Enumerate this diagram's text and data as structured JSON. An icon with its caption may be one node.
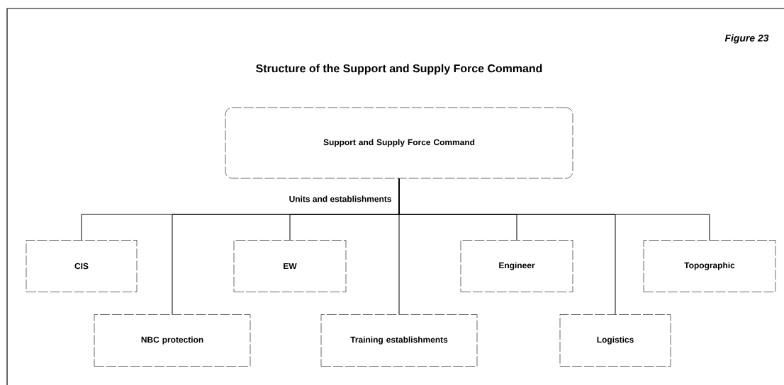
{
  "diagram": {
    "title": "Structure of the Support and Supply Force Command",
    "nodes": [
      {
        "text": [
          "Support and Supply Force Command"
        ]
      },
      {
        "text": [
          "CIS"
        ]
      },
      {
        "text": [
          "EW"
        ]
      },
      {
        "text": [
          "Engineer"
        ]
      },
      {
        "text": [
          "Topographic"
        ]
      },
      {
        "text": [
          "NBC protection"
        ]
      },
      {
        "text": [
          "Training establishments"
        ]
      },
      {
        "text": [
          "Logistics"
        ]
      }
    ],
    "edges": [
      {
        "from": 0,
        "to": 1,
        "arrow": "none"
      },
      {
        "from": 0,
        "to": 5,
        "arrow": "none"
      },
      {
        "from": 0,
        "to": 2,
        "arrow": "none"
      },
      {
        "from": 0,
        "to": 6,
        "arrow": "none"
      },
      {
        "from": 0,
        "to": 3,
        "arrow": "none"
      },
      {
        "from": 0,
        "to": 7,
        "arrow": "none"
      },
      {
        "from": 0,
        "to": 4,
        "arrow": "none"
      }
    ],
    "labels": [
      "Figure 23",
      "Units and establishments"
    ]
  }
}
